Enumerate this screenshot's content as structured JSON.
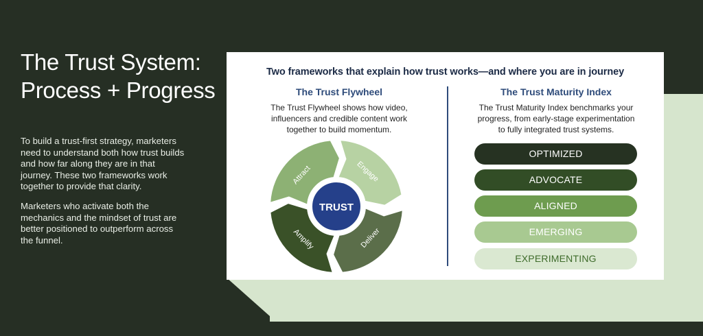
{
  "left": {
    "title_line1": "The Trust System:",
    "title_line2": "Process + Progress",
    "paragraph1": "To build a trust-first strategy, marketers need to understand both how trust builds and how far along they are in that journey. These two frameworks work together to provide that clarity.",
    "paragraph2": "Marketers who activate both the mechanics and the mindset of trust are better positioned to outperform across the funnel."
  },
  "card": {
    "heading": "Two frameworks that explain how trust works—and where you are in journey",
    "flywheel": {
      "title": "The Trust Flywheel",
      "description": "The Trust Flywheel shows how video, influencers and credible content work together to build momentum.",
      "center": "TRUST",
      "segments": [
        {
          "label": "Attract",
          "color": "#8db174"
        },
        {
          "label": "Engage",
          "color": "#b7d2a3"
        },
        {
          "label": "Deliver",
          "color": "#5b6e4a"
        },
        {
          "label": "Amplify",
          "color": "#3a5128"
        }
      ],
      "center_color": "#25408a"
    },
    "maturity": {
      "title": "The Trust Maturity Index",
      "description": "The Trust Maturity Index benchmarks your progress, from early-stage experimentation to fully integrated trust systems.",
      "levels": [
        {
          "label": "OPTIMIZED",
          "bg": "#263222",
          "fg": "#ffffff"
        },
        {
          "label": "ADVOCATE",
          "bg": "#324d26",
          "fg": "#ffffff"
        },
        {
          "label": "ALIGNED",
          "bg": "#6e9c4f",
          "fg": "#ffffff"
        },
        {
          "label": "EMERGING",
          "bg": "#a8c991",
          "fg": "#ffffff"
        },
        {
          "label": "EXPERIMENTING",
          "bg": "#dae8d1",
          "fg": "#3e6b2b"
        }
      ]
    }
  }
}
